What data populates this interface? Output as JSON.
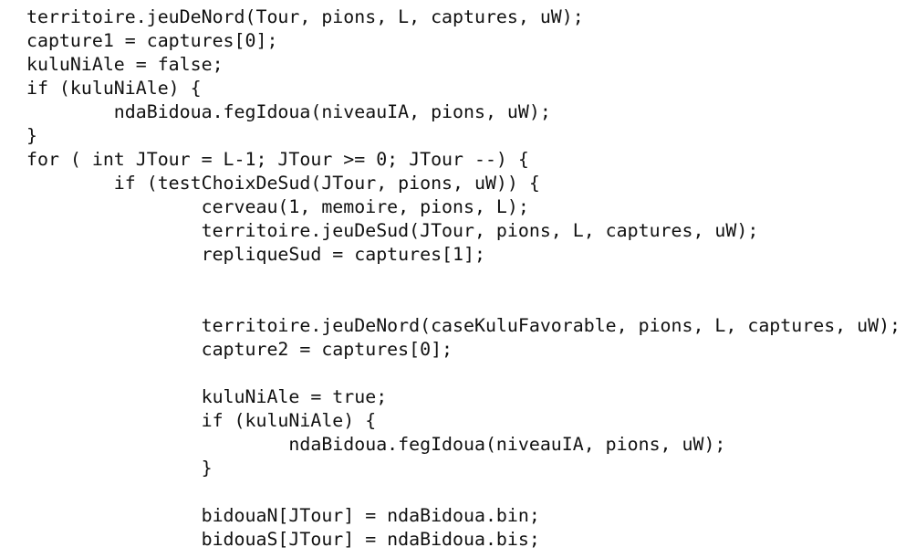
{
  "code": {
    "lines": [
      "territoire.jeuDeNord(Tour, pions, L, captures, uW);",
      "capture1 = captures[0];",
      "kuluNiAle = false;",
      "if (kuluNiAle) {",
      "        ndaBidoua.fegIdoua(niveauIA, pions, uW);",
      "}",
      "for ( int JTour = L-1; JTour >= 0; JTour --) {",
      "        if (testChoixDeSud(JTour, pions, uW)) {",
      "                cerveau(1, memoire, pions, L);",
      "                territoire.jeuDeSud(JTour, pions, L, captures, uW);",
      "                repliqueSud = captures[1];",
      "",
      "",
      "                territoire.jeuDeNord(caseKuluFavorable, pions, L, captures, uW);",
      "                capture2 = captures[0];",
      "",
      "                kuluNiAle = true;",
      "                if (kuluNiAle) {",
      "                        ndaBidoua.fegIdoua(niveauIA, pions, uW);",
      "                }",
      "",
      "                bidouaN[JTour] = ndaBidoua.bin;",
      "                bidouaS[JTour] = ndaBidoua.bis;"
    ]
  }
}
